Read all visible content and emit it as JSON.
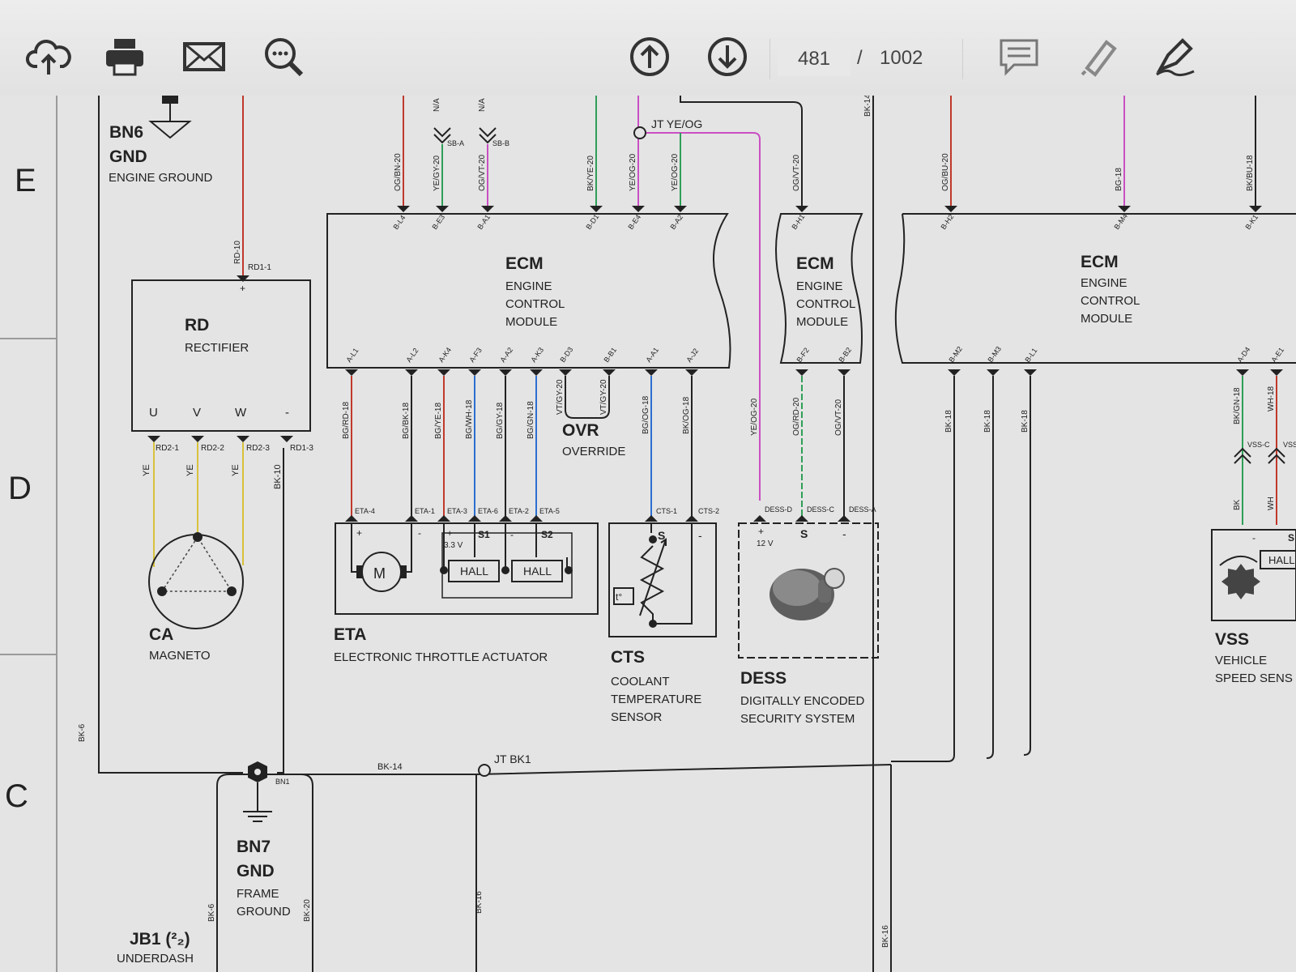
{
  "toolbar": {
    "page_current": "481",
    "page_separator": "/",
    "page_total": "1002"
  },
  "grid": {
    "row_e": "E",
    "row_d": "D",
    "row_c": "C"
  },
  "components": {
    "bn6": {
      "code": "BN6",
      "type": "GND",
      "name": "ENGINE GROUND"
    },
    "rd": {
      "code": "RD",
      "name": "RECTIFIER",
      "pins": [
        "U",
        "V",
        "W",
        "-"
      ]
    },
    "ca": {
      "code": "CA",
      "name": "MAGNETO"
    },
    "ecm1": {
      "code": "ECM",
      "name1": "ENGINE",
      "name2": "CONTROL",
      "name3": "MODULE"
    },
    "ecm2": {
      "code": "ECM",
      "name1": "ENGINE",
      "name2": "CONTROL",
      "name3": "MODULE"
    },
    "ecm3": {
      "code": "ECM",
      "name1": "ENGINE",
      "name2": "CONTROL",
      "name3": "MODULE"
    },
    "ovr": {
      "code": "OVR",
      "name": "OVERRIDE"
    },
    "eta": {
      "code": "ETA",
      "name": "ELECTRONIC THROTTLE ACTUATOR",
      "motor": "M",
      "hall": "HALL",
      "s1": "S1",
      "s2": "S2",
      "v33": "3.3 V",
      "plus": "+",
      "minus": "-"
    },
    "cts": {
      "code": "CTS",
      "name1": "COOLANT",
      "name2": "TEMPERATURE",
      "name3": "SENSOR",
      "s": "S",
      "t": "t°",
      "minus": "-"
    },
    "dess": {
      "code": "DESS",
      "name1": "DIGITALLY ENCODED",
      "name2": "SECURITY SYSTEM",
      "v12": "12 V",
      "s": "S",
      "plus": "+",
      "minus": "-"
    },
    "vss": {
      "code": "VSS",
      "name1": "VEHICLE",
      "name2": "SPEED SENS",
      "hall": "HALL",
      "s": "S",
      "minus": "-"
    },
    "bn7": {
      "code": "BN7",
      "type": "GND",
      "name1": "FRAME",
      "name2": "GROUND"
    },
    "jb1": {
      "code": "JB1 (²₂)",
      "name": "UNDERDASH"
    }
  },
  "junctions": {
    "jt_yeog": "JT YE/OG",
    "jt_bk1": "JT BK1",
    "bn1": "BN1"
  },
  "wires": {
    "rd10": "RD-10",
    "rd1_1": "RD1-1",
    "ye": "YE",
    "bk10": "BK-10",
    "rd2_1": "RD2-1",
    "rd2_2": "RD2-2",
    "rd2_3": "RD2-3",
    "rd1_3": "RD1-3",
    "og_bn20": "OG/BN-20",
    "ye_gy20": "YE/GY-20",
    "og_vt20a": "OG/VT-20",
    "na": "N/A",
    "sb_a": "SB-A",
    "sb_b": "SB-B",
    "bk_ye20": "BK/YE-20",
    "yeog20": "YE/OG-20",
    "bk_t": "BK-14",
    "og_vt20b": "OG/VT-20",
    "og_bu20": "OG/BU-20",
    "bg18": "BG-18",
    "bk_bu18": "BK/BU-18",
    "bl4": "B-L4",
    "be3": "B-E3",
    "ba1": "B-A1",
    "bd1": "B-D1",
    "be4": "B-E4",
    "ba2": "B-A2",
    "bh1": "B-H1",
    "bh2": "B-H2",
    "bm4": "B-M4",
    "bk1p": "B-K1",
    "al1": "A-L1",
    "al2": "A-L2",
    "ak4": "A-K4",
    "af3": "A-F3",
    "aa2": "A-A2",
    "ak3": "A-K3",
    "bd3": "B-D3",
    "bb1": "B-B1",
    "aa1": "A-A1",
    "aj2": "A-J2",
    "bf2": "B-F2",
    "bb2": "B-B2",
    "bm2": "B-M2",
    "bm3": "B-M3",
    "bl1": "B-L1",
    "ad4": "A-D4",
    "ae1": "A-E1",
    "bg_rd18": "BG/RD-18",
    "bg_bk18": "BG/BK-18",
    "bg_ye18": "BG/YE-18",
    "bg_wh18": "BG/WH-18",
    "bg_gy18": "BG/GY-18",
    "bg_gn18": "BG/GN-18",
    "vt_gy20a": "VT/GY-20",
    "vt_gy20b": "VT/GY-20",
    "bg_og18": "BG/OG-18",
    "bk_og18": "BK/OG-18",
    "ye_og20": "YE/OG-20",
    "og_rd20": "OG/RD-20",
    "og_vt20c": "OG/VT-20",
    "bk18a": "BK-18",
    "bk18b": "BK-18",
    "bk18c": "BK-18",
    "bk_gn18": "BK/GN-18",
    "wh18": "WH-18",
    "vss_c": "VSS-C",
    "vss_b": "VSS",
    "eta4": "ETA-4",
    "eta1": "ETA-1",
    "eta3": "ETA-3",
    "eta6": "ETA-6",
    "eta2": "ETA-2",
    "eta5": "ETA-5",
    "cts1": "CTS-1",
    "cts2": "CTS-2",
    "dess_d": "DESS-D",
    "dess_c": "DESS-C",
    "dess_a": "DESS-A",
    "bk6a": "BK-6",
    "bk6b": "BK-6",
    "bk14": "BK-14",
    "bk16a": "BK-16",
    "bk16b": "BK-16",
    "bk20": "BK-20",
    "bk_vss": "BK",
    "wh_vss": "WH"
  },
  "colors": {
    "wire_red": "#c0392b",
    "wire_yellow": "#d8c23a",
    "wire_green": "#2f9e57",
    "wire_blue": "#2a6fd1",
    "wire_pink": "#c94fc2",
    "wire_black": "#222222"
  }
}
